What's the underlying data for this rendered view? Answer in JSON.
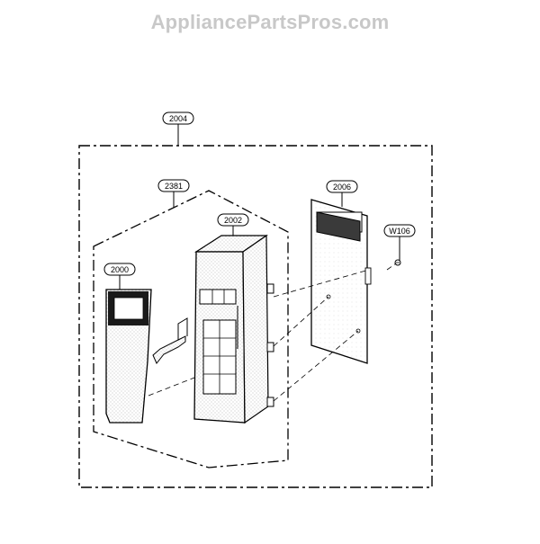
{
  "watermark": "AppliancePartsPros.com",
  "callouts": {
    "assembly": "2004",
    "sub_assembly": "2381",
    "membrane": "2000",
    "frame": "2002",
    "pcb": "2006",
    "screw": "W106"
  }
}
